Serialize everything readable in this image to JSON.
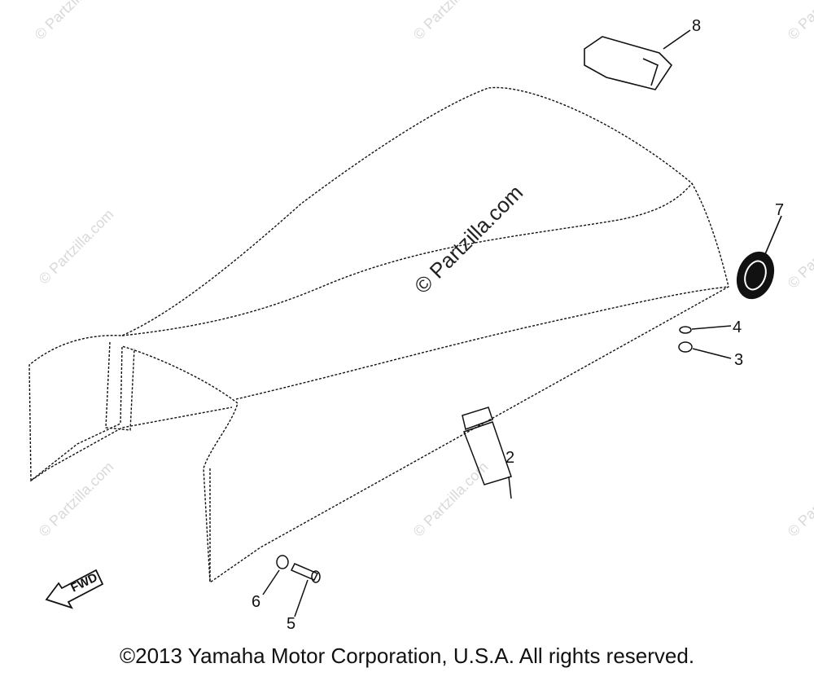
{
  "watermark": {
    "text": "© Partzilla.com",
    "center_text": "© Partzilla.com"
  },
  "callouts": [
    "2",
    "3",
    "4",
    "5",
    "6",
    "7",
    "8"
  ],
  "fwd_label": "FWD",
  "copyright": "©2013 Yamaha Motor Corporation, U.S.A. All rights reserved.",
  "colors": {
    "line": "#111111",
    "watermark": "#d9d9d9"
  }
}
